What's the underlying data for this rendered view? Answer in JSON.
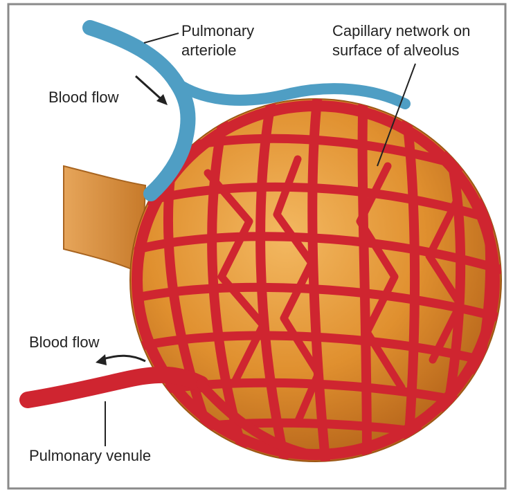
{
  "labels": {
    "arteriole_line1": "Pulmonary",
    "arteriole_line2": "arteriole",
    "capillary_line1": "Capillary network on",
    "capillary_line2": "surface of alveolus",
    "blood_flow_in": "Blood flow",
    "blood_flow_out": "Blood flow",
    "venule": "Pulmonary venule"
  },
  "colors": {
    "alveolus": "#e79a3a",
    "artery_blue": "#4f9ec4",
    "vein_red": "#c9262e",
    "mixed": "#6b4a45",
    "frame": "#8a8a8a"
  }
}
